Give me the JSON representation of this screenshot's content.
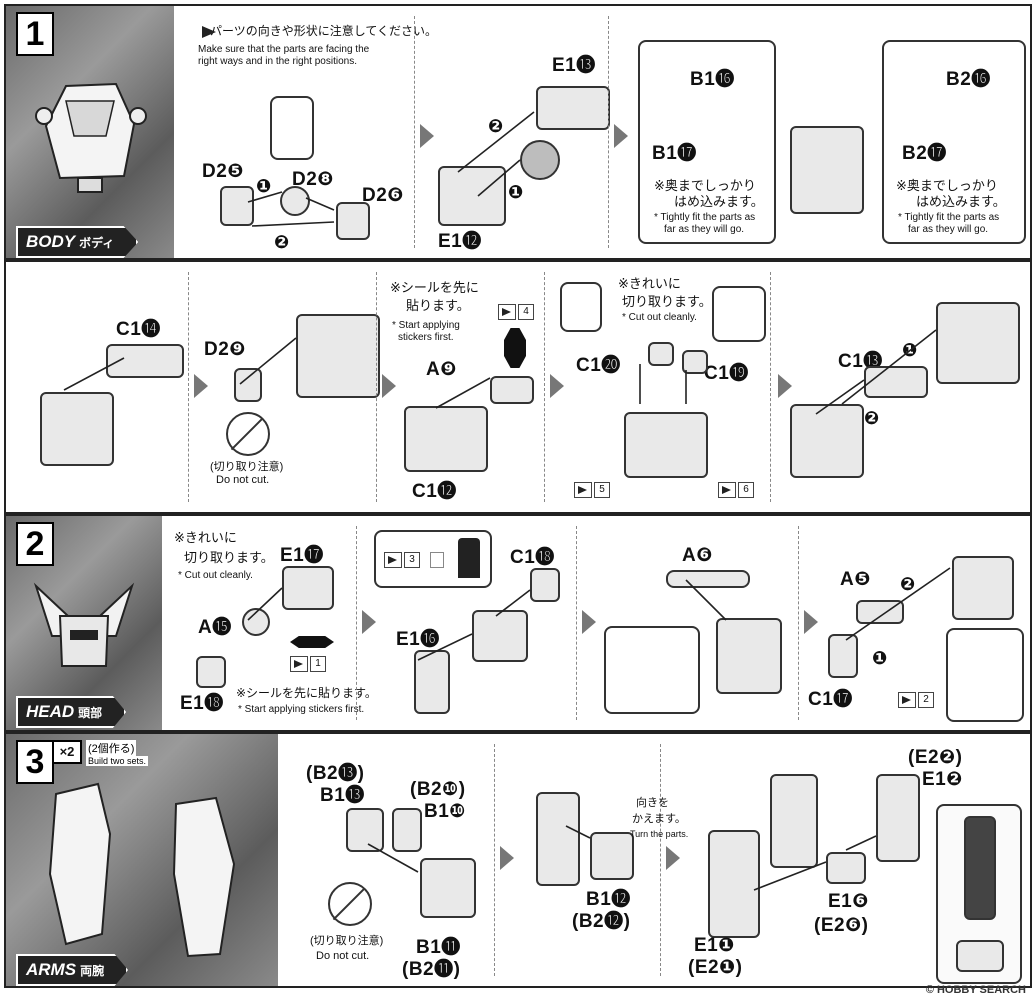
{
  "steps": {
    "s1": {
      "num": "1",
      "tag_en": "BODY",
      "tag_jp": "ボディ"
    },
    "s2": {
      "num": "2",
      "tag_en": "HEAD",
      "tag_jp": "頭部"
    },
    "s3": {
      "num": "3",
      "tag_en": "ARMS",
      "tag_jp": "両腕",
      "x2": "×2",
      "x2_jp": "(2個作る)",
      "x2_en": "Build two sets."
    }
  },
  "notes": {
    "orient_jp": "パーツの向きや形状に注意してください。",
    "orient_en1": "Make sure that the parts are facing the",
    "orient_en2": "right ways and in the right positions.",
    "fit_jp1": "※奥までしっかり",
    "fit_jp2": "はめ込みます。",
    "fit_en1": "* Tightly fit the parts as",
    "fit_en2": "far as they will go.",
    "sticker_jp1": "※シールを先に",
    "sticker_jp2": "貼ります。",
    "sticker_en1": "* Start applying",
    "sticker_en2": "stickers first.",
    "clean_jp1": "※きれいに",
    "clean_jp2": "切り取ります。",
    "clean_en": "* Cut out cleanly.",
    "nocut_jp": "(切り取り注意)",
    "nocut_en": "Do not cut.",
    "sticker_one_jp": "※シールを先に貼ります。",
    "sticker_one_en": "* Start applying stickers first.",
    "turn_jp1": "向きを",
    "turn_jp2": "かえます。",
    "turn_en": "Turn the parts."
  },
  "labels": {
    "d2_5": "D2❺",
    "d2_8": "D2❽",
    "d2_6": "D2❻",
    "e1_13": "E1⓭",
    "e1_12": "E1⓬",
    "b1_16": "B1⓰",
    "b1_17": "B1⓱",
    "b2_16": "B2⓰",
    "b2_17": "B2⓱",
    "c1_14": "C1⓮",
    "d2_9": "D2❾",
    "a_9": "A❾",
    "c1_12": "C1⓬",
    "c1_20": "C1⓴",
    "c1_19": "C1⓳",
    "c1_13": "C1⓭",
    "e1_17": "E1⓱",
    "a_15": "A⓯",
    "e1_18": "E1⓲",
    "c1_18": "C1⓲",
    "e1_16": "E1⓰",
    "a_6": "A❻",
    "a_5": "A❺",
    "c1_17": "C1⓱",
    "b2_13p": "(B2⓭)",
    "b1_13": "B1⓭",
    "b2_10p": "(B2❿)",
    "b1_10": "B1❿",
    "b1_11": "B1⓫",
    "b2_11p": "(B2⓫)",
    "b1_12": "B1⓬",
    "b2_12p": "(B2⓬)",
    "e2_2p": "(E2❷)",
    "e1_2": "E1❷",
    "e1_6": "E1❻",
    "e2_6p": "(E2❻)",
    "e1_1": "E1❶",
    "e2_1p": "(E2❶)"
  },
  "stickers": {
    "st4": "4",
    "st5": "5",
    "st6": "6",
    "st3": "3",
    "st1": "1",
    "st2": "2"
  },
  "order": {
    "one": "❶",
    "two": "❷"
  },
  "watermark": "© HOBBY SEARCH"
}
